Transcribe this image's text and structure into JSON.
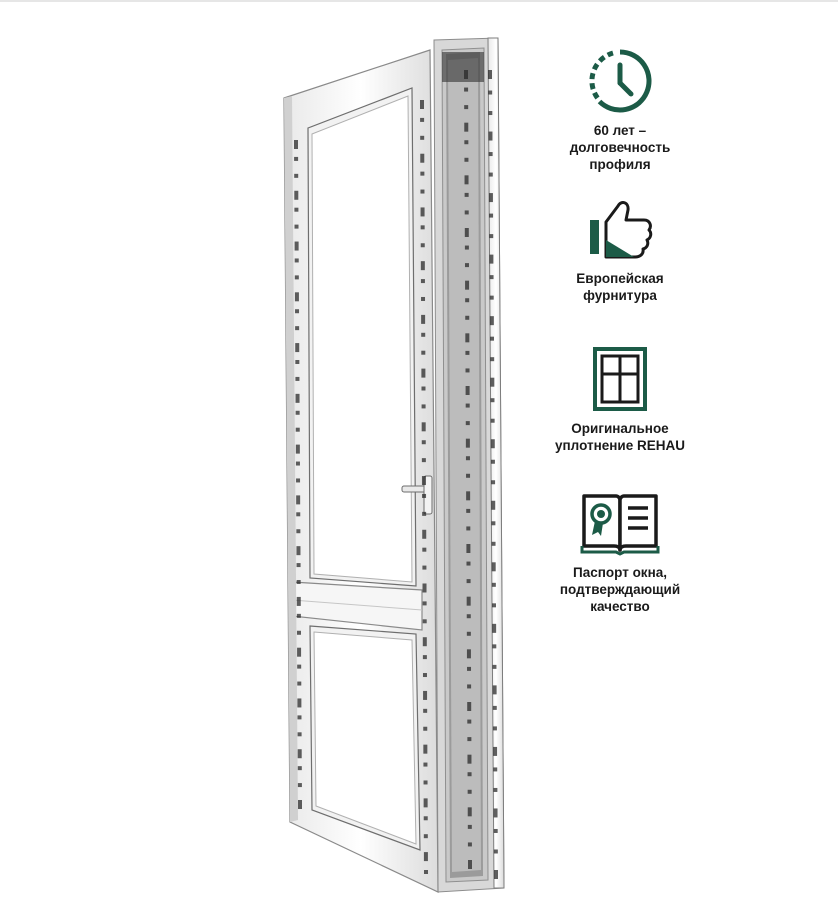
{
  "colors": {
    "accent": "#1c5b47",
    "frame": "#f7f7f7",
    "frame_edge": "#9a9a9a",
    "text": "#1a1a1a",
    "print_marks": "#2a2a2a"
  },
  "product": {
    "image_icon": "pvc-balcony-door-icon",
    "profile_print": "REHAU"
  },
  "features": [
    {
      "icon": "clock-icon",
      "caption_lines": [
        "60 лет –",
        "долговечность",
        "профиля"
      ]
    },
    {
      "icon": "thumbs-up-icon",
      "caption_lines": [
        "Европейская",
        "фурнитура"
      ]
    },
    {
      "icon": "window-icon",
      "caption_lines": [
        "Оригинальное",
        "уплотнение REHAU"
      ]
    },
    {
      "icon": "open-book-certificate-icon",
      "caption_lines": [
        "Паспорт окна,",
        "подтверждающий",
        "качество"
      ]
    }
  ]
}
